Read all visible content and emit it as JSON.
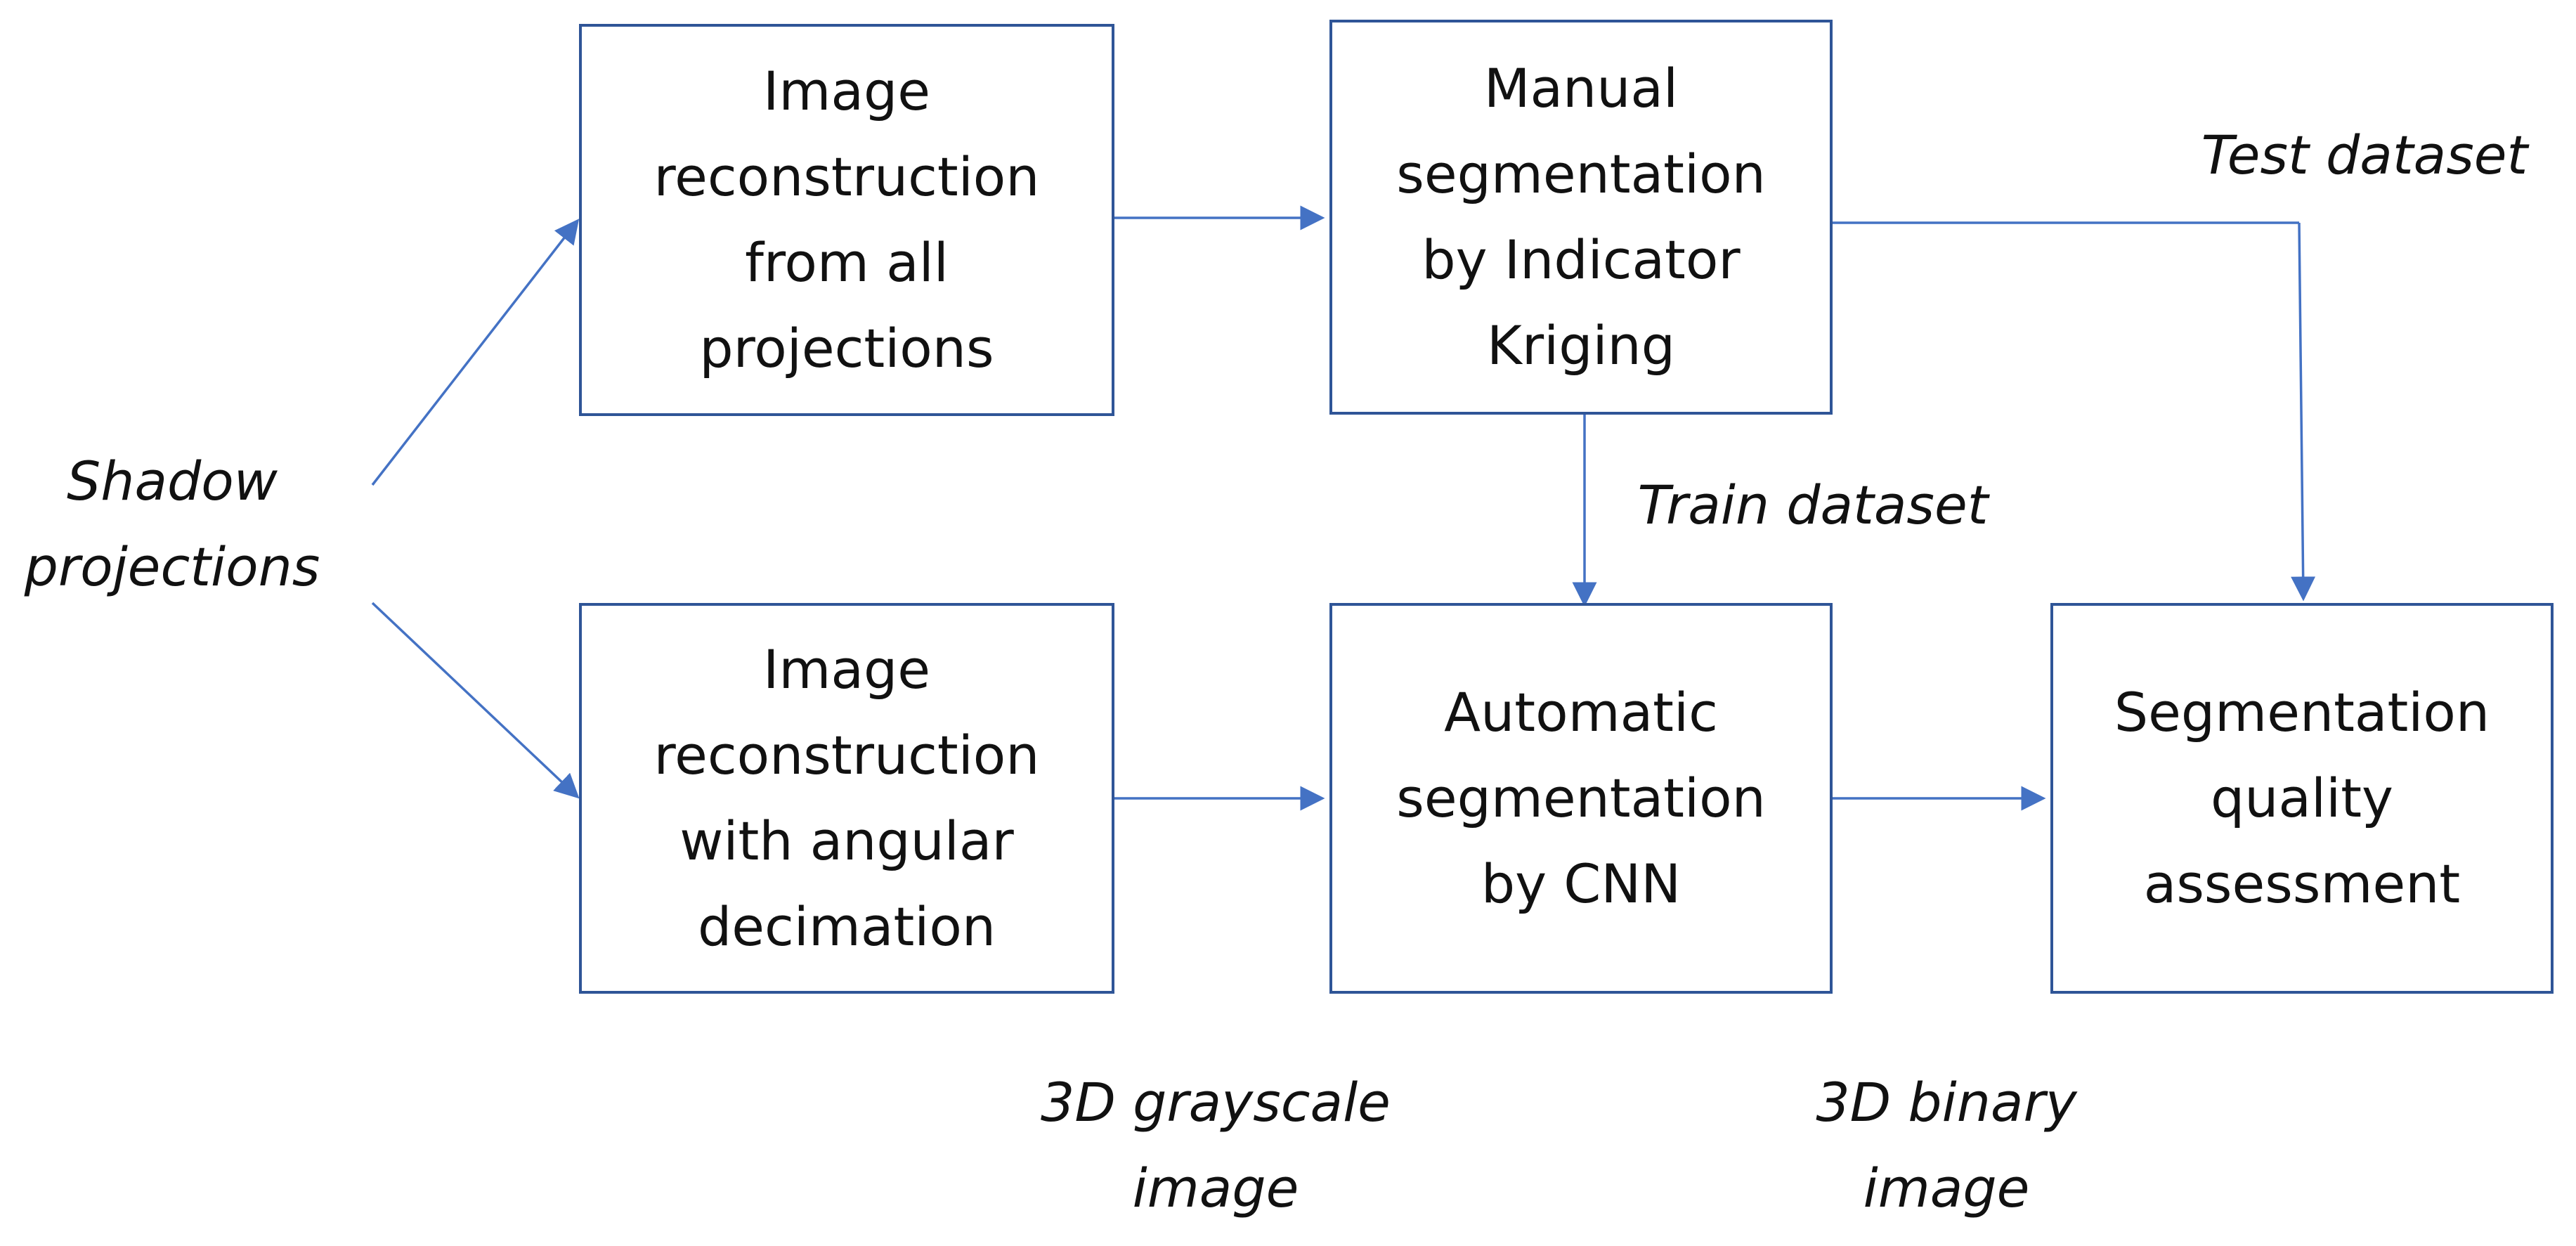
{
  "colors": {
    "box_border": "#2f5597",
    "arrow": "#4472c4",
    "text": "#111111",
    "background": "#ffffff"
  },
  "nodes": {
    "recon_all": "Image\nreconstruction\nfrom all\nprojections",
    "manual_seg": "Manual\nsegmentation\nby Indicator\nKriging",
    "recon_decim": "Image\nreconstruction\nwith angular\ndecimation",
    "auto_seg": "Automatic\nsegmentation\nby CNN",
    "quality": "Segmentation\nquality\nassessment"
  },
  "labels": {
    "shadow_projections": "Shadow\nprojections",
    "test_dataset": "Test dataset",
    "train_dataset": "Train dataset",
    "grayscale_image": "3D grayscale\nimage",
    "binary_image": "3D binary\nimage"
  }
}
